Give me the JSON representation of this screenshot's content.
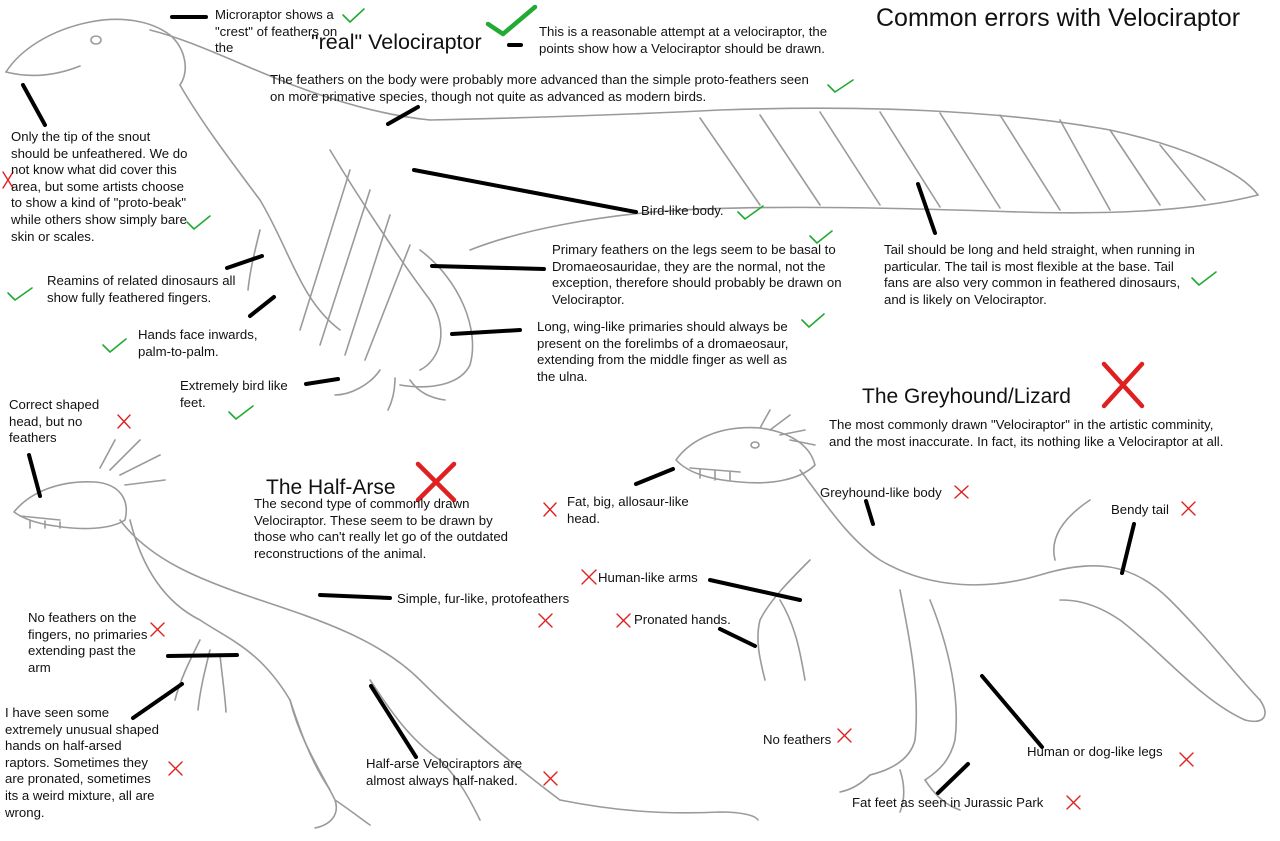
{
  "title": "Common errors with Velociraptor",
  "colors": {
    "check": "#22aa33",
    "cross": "#e02020",
    "pointer": "#000000",
    "sketch": "#9a9a9a"
  },
  "real": {
    "heading_prefix": "Microraptor shows a \"crest\" of feathers on the",
    "heading": "\"real\" Velociraptor",
    "intro": "This is a reasonable attempt at a velociraptor, the points show how a Velociraptor should be drawn.",
    "notes": {
      "body_feathers": "The feathers on the body were probably more advanced than the simple proto-feathers seen on more primative species, though not quite as advanced as modern birds.",
      "snout": "Only the tip of the snout should be unfeathered. We do not know what did cover this area, but some artists choose to show a kind of \"proto-beak\" while others show simply bare skin or scales.",
      "bird_body": "Bird-like body.",
      "leg_feathers": "Primary feathers on the legs seem to be basal to Dromaeosauridae, they are the normal, not the exception, therefore should probably be drawn on Velociraptor.",
      "tail": "Tail should be long and held straight, when running in particular. The tail is most flexible at the base. Tail fans are also very common in feathered dinosaurs, and is likely on Velociraptor.",
      "fingers": "Reamins of related dinosaurs all show fully feathered fingers.",
      "primaries": "Long, wing-like primaries should always be present on the forelimbs of a dromaeosaur, extending from the middle finger as well as the ulna.",
      "hands": "Hands face inwards, palm-to-palm.",
      "feet": "Extremely bird like feet."
    }
  },
  "half": {
    "heading": "The Half-Arse",
    "intro": "The second type of commonly drawn Velociraptor. These seem to be drawn by those who can't really let go of the outdated reconstructions of the animal.",
    "notes": {
      "head": "Correct shaped head, but no feathers",
      "protofeathers": "Simple, fur-like, protofeathers",
      "fingers": "No feathers on the fingers, no primaries extending past the arm",
      "hands": "I have seen some extremely unusual shaped hands on half-arsed raptors. Sometimes they are pronated, sometimes its a weird mixture, all are wrong.",
      "naked": "Half-arse Velociraptors are almost always half-naked."
    }
  },
  "grey": {
    "heading": "The Greyhound/Lizard",
    "intro": "The most commonly drawn \"Velociraptor\" in the artistic comminity, and the most inaccurate. In fact, its nothing like a Velociraptor at all.",
    "notes": {
      "head": "Fat, big, allosaur-like head.",
      "body": "Greyhound-like body",
      "tail": "Bendy tail",
      "arms": "Human-like arms",
      "hands": "Pronated hands.",
      "no_feathers": "No feathers",
      "legs": "Human or dog-like legs",
      "feet": "Fat feet as seen in Jurassic Park"
    }
  }
}
